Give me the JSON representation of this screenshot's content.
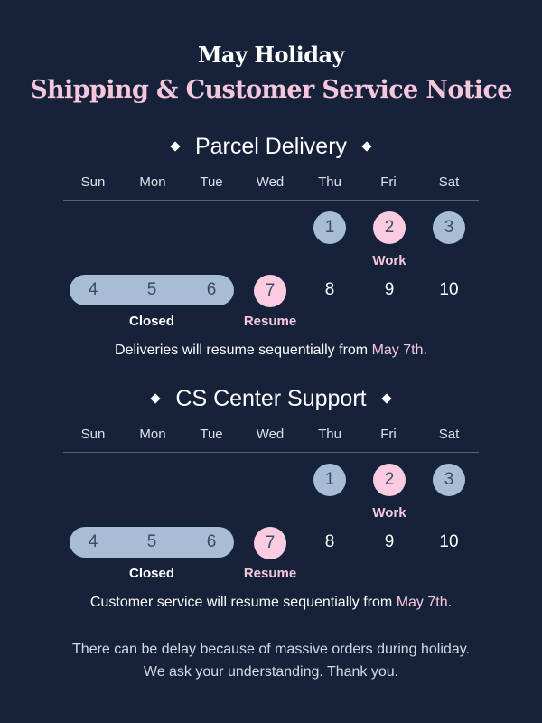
{
  "header": {
    "title": "May Holiday",
    "subtitle": "Shipping & Customer Service Notice"
  },
  "days_of_week": [
    "Sun",
    "Mon",
    "Tue",
    "Wed",
    "Thu",
    "Fri",
    "Sat"
  ],
  "sections": [
    {
      "title": "Parcel Delivery",
      "dates": {
        "d1": "1",
        "d2": "2",
        "d3": "3",
        "d4": "4",
        "d5": "5",
        "d6": "6",
        "d7": "7",
        "d8": "8",
        "d9": "9",
        "d10": "10"
      },
      "labels": {
        "work": "Work",
        "closed": "Closed",
        "resume": "Resume"
      },
      "note_prefix": "Deliveries will resume sequentially from ",
      "note_highlight": "May 7th",
      "note_suffix": "."
    },
    {
      "title": "CS Center Support",
      "dates": {
        "d1": "1",
        "d2": "2",
        "d3": "3",
        "d4": "4",
        "d5": "5",
        "d6": "6",
        "d7": "7",
        "d8": "8",
        "d9": "9",
        "d10": "10"
      },
      "labels": {
        "work": "Work",
        "closed": "Closed",
        "resume": "Resume"
      },
      "note_prefix": "Customer service will resume sequentially from ",
      "note_highlight": "May 7th",
      "note_suffix": "."
    }
  ],
  "footer": {
    "line1": "There can be delay because of massive orders during holiday.",
    "line2": "We ask your understanding. Thank you."
  },
  "colors": {
    "background": "#16223a",
    "accent_pink": "#f6c6dd",
    "circle_blue": "#a7bdd6",
    "circle_pink": "#fbcbe0"
  }
}
